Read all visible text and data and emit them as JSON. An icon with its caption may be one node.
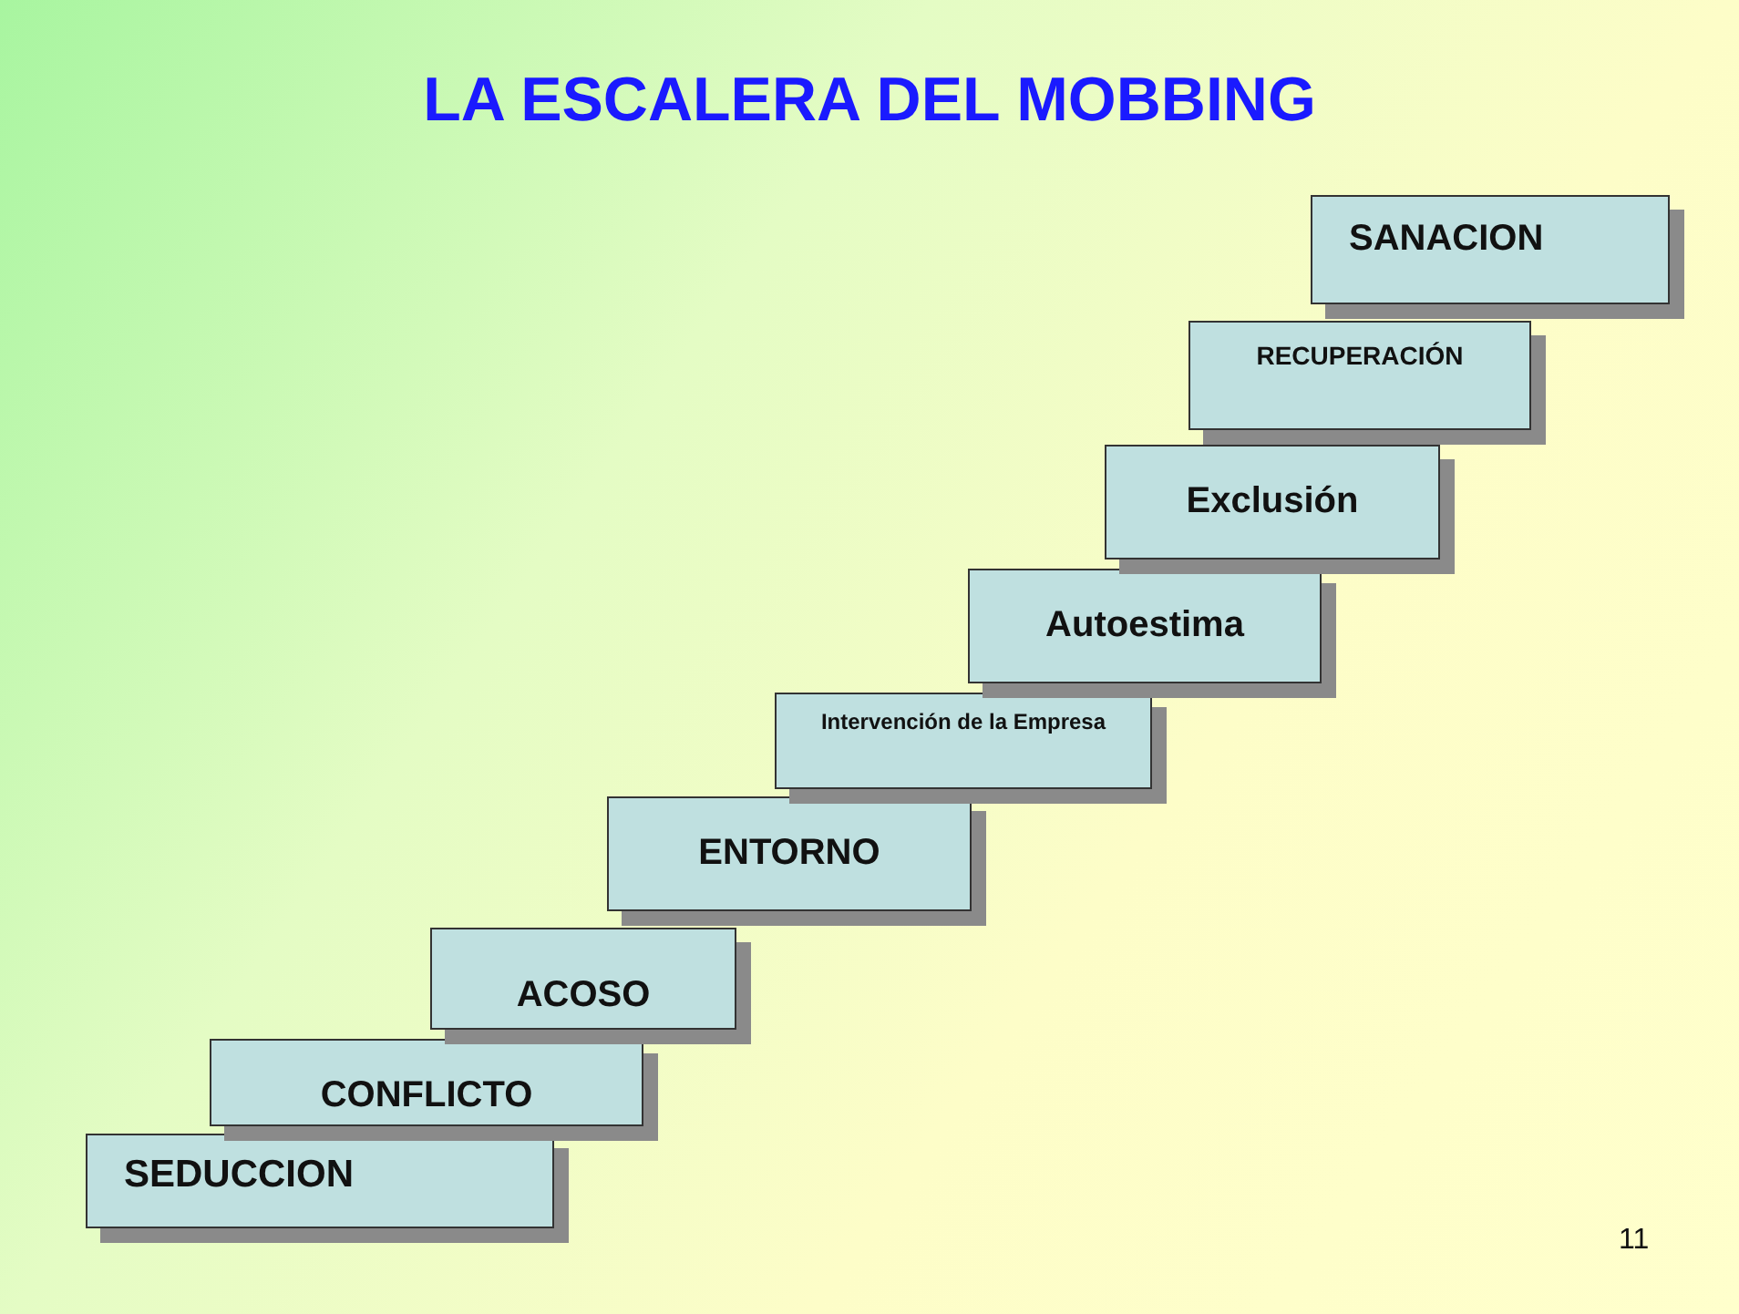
{
  "diagram": {
    "title": "LA ESCALERA DEL MOBBING",
    "nodes": [
      {
        "text": [
          "SEDUCCION"
        ]
      },
      {
        "text": [
          "CONFLICTO"
        ]
      },
      {
        "text": [
          "ACOSO"
        ]
      },
      {
        "text": [
          "ENTORNO"
        ]
      },
      {
        "text": [
          "Intervención de la Empresa"
        ]
      },
      {
        "text": [
          "Autoestima"
        ]
      },
      {
        "text": [
          "Exclusión"
        ]
      },
      {
        "text": [
          "RECUPERACIÓN"
        ]
      },
      {
        "text": [
          "SANACION"
        ]
      }
    ],
    "labels": [
      "11"
    ]
  }
}
